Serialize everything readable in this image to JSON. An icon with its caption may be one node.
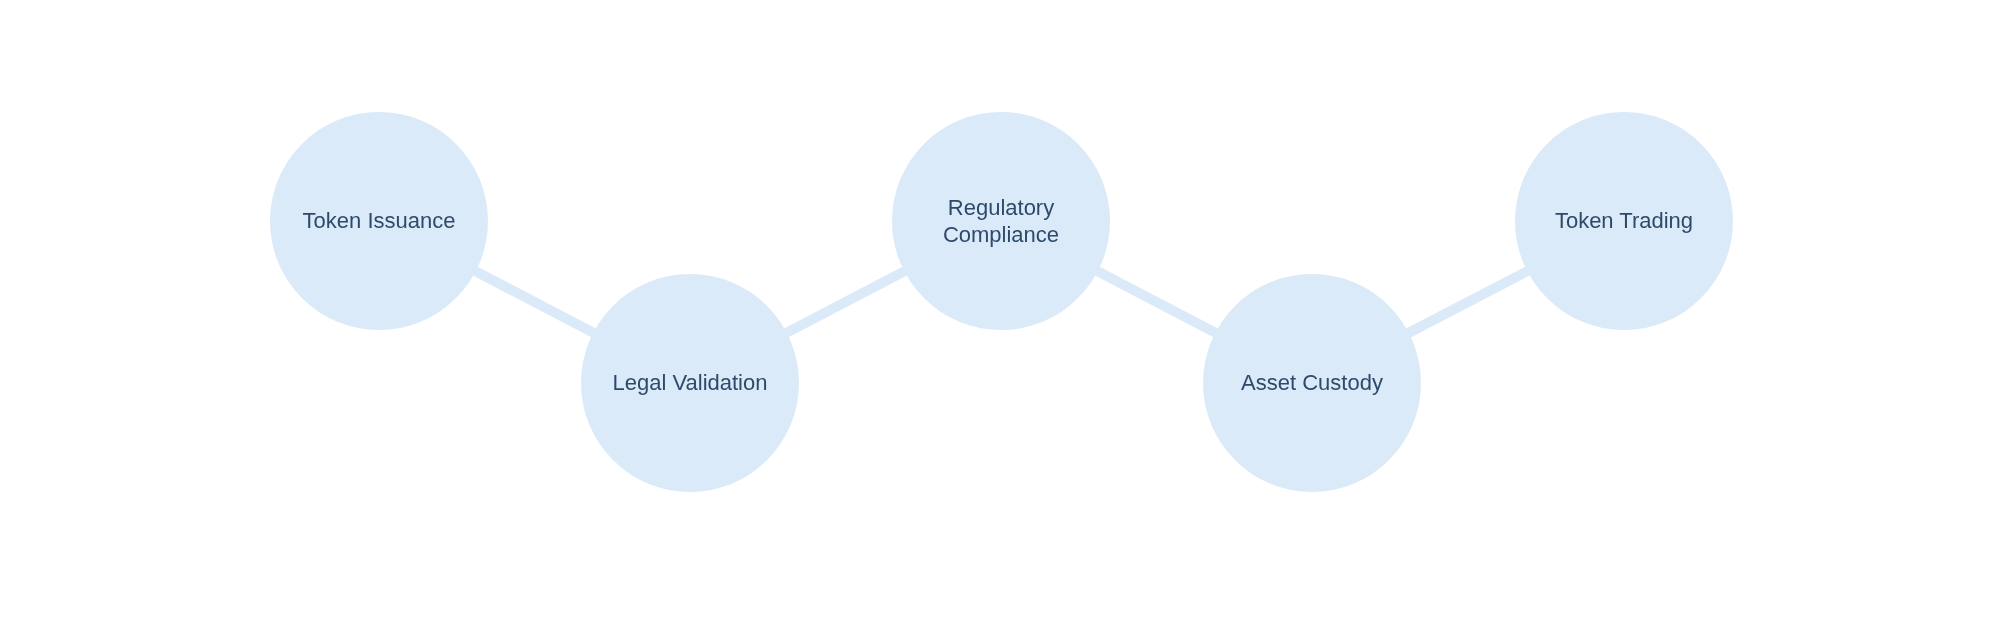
{
  "diagram": {
    "nodes": [
      {
        "text": [
          "Token Issuance"
        ]
      },
      {
        "text": [
          "Legal Validation"
        ]
      },
      {
        "text": [
          "Regulatory Compliance"
        ]
      },
      {
        "text": [
          "Asset Custody"
        ]
      },
      {
        "text": [
          "Token Trading"
        ]
      }
    ],
    "edges": [
      {
        "from": 0,
        "to": 1,
        "arrow": "none"
      },
      {
        "from": 1,
        "to": 2,
        "arrow": "none"
      },
      {
        "from": 2,
        "to": 3,
        "arrow": "none"
      },
      {
        "from": 3,
        "to": 4,
        "arrow": "none"
      }
    ]
  }
}
